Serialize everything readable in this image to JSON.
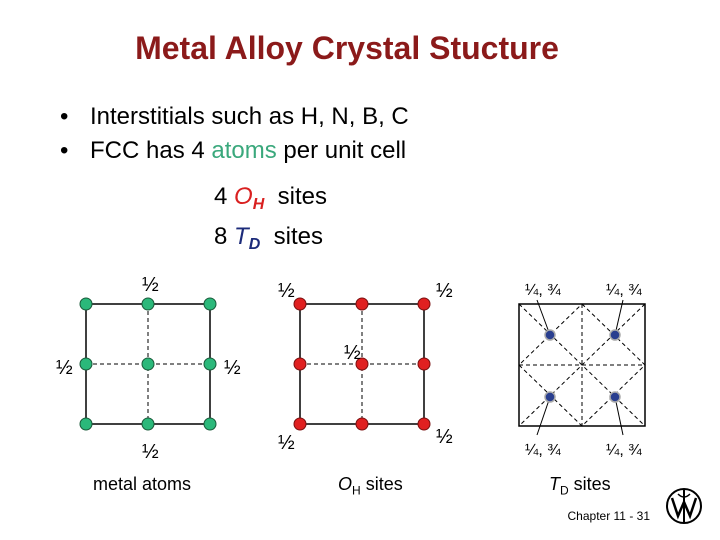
{
  "title": "Metal Alloy Crystal Stucture",
  "bullet_marker": "•",
  "bullets": [
    {
      "pre": "Interstitials such as H, N, B, C",
      "hl": "",
      "post": ""
    },
    {
      "pre": "FCC has 4 ",
      "hl": "atoms",
      "post": " per unit cell"
    }
  ],
  "sublines": [
    {
      "count": "4",
      "symbol": "O",
      "subscript": "H",
      "text": "sites"
    },
    {
      "count": "8",
      "symbol": "T",
      "subscript": "D",
      "text": "sites"
    }
  ],
  "fraction_label": "½",
  "td_label_left": "¼, ¾",
  "td_label_right": "¼, ¾",
  "captions": {
    "metal": "metal atoms",
    "oh_symbol": "O",
    "oh_sub": "H",
    "oh_text": " sites",
    "td_symbol": "T",
    "td_sub": "D",
    "td_text": " sites"
  },
  "footer": "Chapter 11 - 31",
  "colors": {
    "title": "#8b1a1a",
    "metal_atom": "#2bb87a",
    "oh_site": "#e02020",
    "td_site": "#2a3f8f",
    "accent_green": "#3aa87c"
  },
  "icons": {
    "logo": "university-seal-icon"
  }
}
